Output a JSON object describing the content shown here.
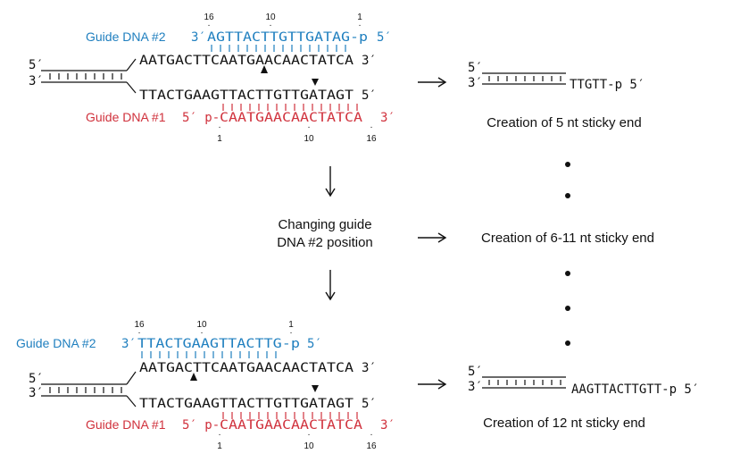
{
  "colors": {
    "blue": "#1f7fbf",
    "red": "#d0313c",
    "black": "#111111"
  },
  "panel_top": {
    "guide2": {
      "label": "Guide DNA #2",
      "prefix": "3′",
      "seq": "AGTTACTTGTTGATAG-p",
      "suffix": "5′",
      "num_left": "16",
      "num_mid": "10",
      "num_right": "1"
    },
    "top_strand": {
      "end5": "5′",
      "seq": "AATGACTTCAATGAACAACTATCA",
      "end3": "3′"
    },
    "bottom_strand": {
      "end3": "3′",
      "seq": "TTACTGAAGTTACTTGTTGATAGT",
      "end5": "5′"
    },
    "guide1": {
      "label": "Guide DNA #1",
      "prefix": "5′ p-",
      "seq": "CAATGAACAACTATCA",
      "suffix": "3′",
      "num_left": "1",
      "num_mid": "10",
      "num_right": "16"
    },
    "result": {
      "end5": "5′",
      "end3": "3′",
      "overhang": "TTGTT-p  5′"
    },
    "caption": "Creation of 5 nt sticky end"
  },
  "middle": {
    "line1": "Changing guide",
    "line2": "DNA #2 position",
    "caption": "Creation of 6-11 nt sticky end"
  },
  "panel_bottom": {
    "guide2": {
      "label": "Guide DNA #2",
      "prefix": "3′",
      "seq": "TTACTGAAGTTACTTG-p",
      "suffix": "5′",
      "num_left": "16",
      "num_mid": "10",
      "num_right": "1"
    },
    "top_strand": {
      "end5": "5′",
      "seq": "AATGACTTCAATGAACAACTATCA",
      "end3": "3′"
    },
    "bottom_strand": {
      "end3": "3′",
      "seq": "TTACTGAAGTTACTTGTTGATAGT",
      "end5": "5′"
    },
    "guide1": {
      "label": "Guide DNA #1",
      "prefix": "5′ p-",
      "seq": "CAATGAACAACTATCA",
      "suffix": "3′",
      "num_left": "1",
      "num_mid": "10",
      "num_right": "16"
    },
    "result": {
      "end5": "5′",
      "end3": "3′",
      "overhang": "AAGTTACTTGTT-p  5′"
    },
    "caption": "Creation of 12 nt sticky end"
  }
}
